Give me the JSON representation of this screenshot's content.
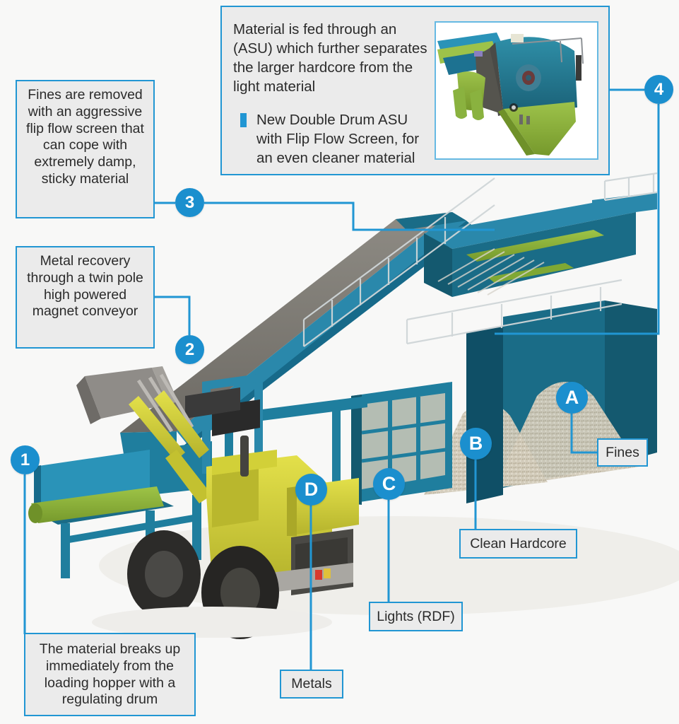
{
  "theme": {
    "accent": "#2196d3",
    "badge_blue": "#1b8fce",
    "box_fill": "#ebebeb",
    "background": "#f8f8f7",
    "machine_blue": "#1e7fa6",
    "machine_dark_blue": "#14596f",
    "machine_green": "#8fb63a",
    "loader_yellow": "#d6d338",
    "aggregate_grey": "#cfc9ba"
  },
  "callouts": [
    {
      "id": "3",
      "badge": "3",
      "text": "Fines are removed with an aggressive flip flow screen that can cope with extremely damp, sticky material"
    },
    {
      "id": "2",
      "badge": "2",
      "text": "Metal recovery through a twin pole high powered magnet conveyor"
    },
    {
      "id": "1",
      "badge": "1",
      "text": "The material breaks up immediately from the loading hopper with a regulating drum"
    },
    {
      "id": "4",
      "badge": "4",
      "text": "Material is fed through an (ASU) which further separates the larger hardcore from the light material",
      "bullet": "New Double Drum ASU with Flip Flow Screen, for an even cleaner material",
      "figure_caption": "asu-detail-render"
    }
  ],
  "callout_text": {
    "fines_screen": "Fines are removed\nwith an aggressive\nflip flow screen\nthat can cope\nwith extremely\ndamp, sticky\nmaterial",
    "metal_recovery": "Metal recovery\nthrough a\ntwin pole high\npowered magnet\nconveyor",
    "loading_hopper": "The material breaks up\nimmediately from the\nloading hopper with\na regulating drum",
    "asu_main": "Material is fed through\nan (ASU) which further\nseparates the larger hardcore\nfrom the light material",
    "asu_bullet": "New Double Drum ASU\nwith Flip Flow Screen, for\nan even cleaner material"
  },
  "badges": {
    "n1": "1",
    "n2": "2",
    "n3": "3",
    "n4": "4",
    "a": "A",
    "b": "B",
    "c": "C",
    "d": "D"
  },
  "output_tags": {
    "fines": "Fines",
    "clean_hardcore": "Clean Hardcore",
    "lights_rdf": "Lights (RDF)",
    "metals": "Metals"
  }
}
